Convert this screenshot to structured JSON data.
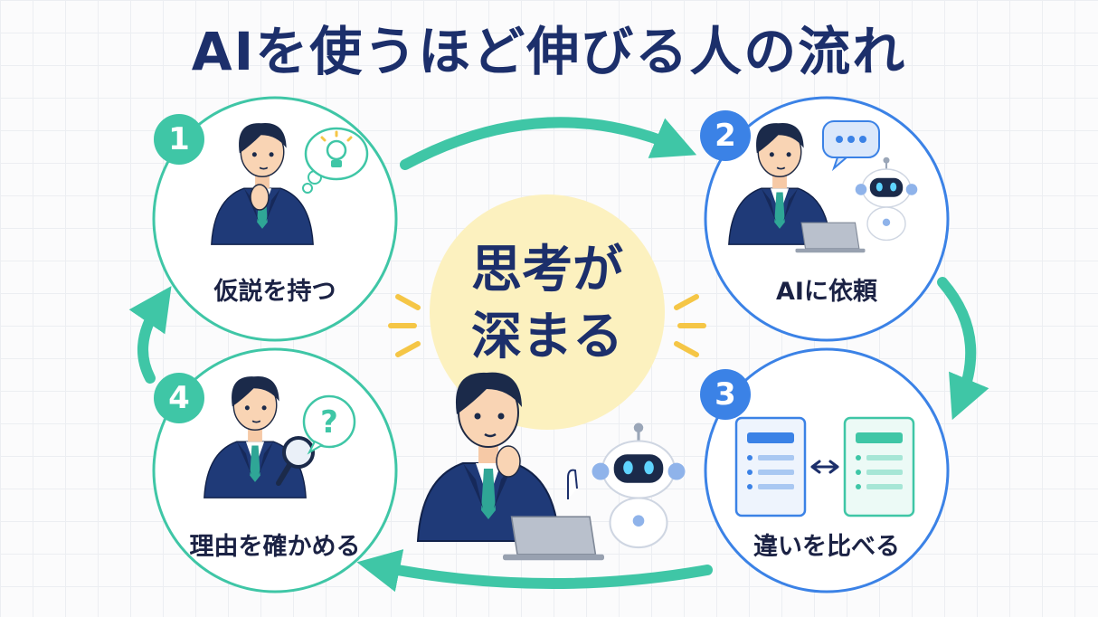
{
  "title": "AIを使うほど伸びる人の流れ",
  "center": {
    "line1": "思考が",
    "line2": "深まる"
  },
  "steps": [
    {
      "number": "1",
      "label": "仮説を持つ"
    },
    {
      "number": "2",
      "label": "AIに依頼"
    },
    {
      "number": "3",
      "label": "違いを比べる"
    },
    {
      "number": "4",
      "label": "理由を確かめる"
    }
  ],
  "colors": {
    "teal": "#3fc6a6",
    "blue": "#3b82e6",
    "navy": "#1c2f6b",
    "center_fill": "#fcf1bf",
    "accent_yellow": "#f5c646"
  },
  "icons": {
    "step1": "lightbulb-thought-icon",
    "step2": "speech-bubble-icon",
    "step3": "compare-documents-icon",
    "step4": "question-bubble-icon"
  }
}
